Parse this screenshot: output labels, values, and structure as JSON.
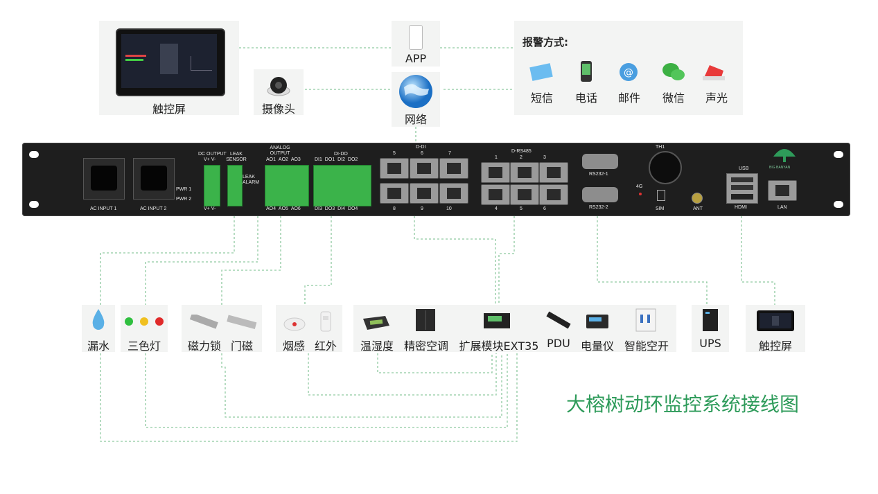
{
  "top": {
    "touchscreen": "触控屏",
    "camera": "摄像头",
    "app": "APP",
    "network": "网络",
    "alarm_title": "报警方式:",
    "alarm_methods": [
      "短信",
      "电话",
      "邮件",
      "微信",
      "声光"
    ]
  },
  "device": {
    "ac1": "AC INPUT 1",
    "ac2": "AC INPUT 2",
    "pwr1": "PWR 1",
    "pwr2": "PWR 2",
    "dc_output": "DC OUTPUT",
    "v_top": "V+  V-",
    "v_bottom": "V+  V-",
    "leak_sensor": "LEAK SENSOR",
    "leak_alarm": "LEAK ALARM",
    "analog_output": "ANALOG OUTPUT",
    "ao_top": [
      "AO1",
      "AO2",
      "AO3"
    ],
    "ao_bottom": [
      "AO4",
      "AO5",
      "AO6"
    ],
    "di_do": "DI-DO",
    "dido_top": [
      "DI1",
      "DO1",
      "DI2",
      "DO2"
    ],
    "dido_bottom": [
      "DI3",
      "DO3",
      "DI4",
      "DO4"
    ],
    "d_di": "D-DI",
    "ddi_top": [
      "5",
      "6",
      "7"
    ],
    "ddi_bottom": [
      "8",
      "9",
      "10"
    ],
    "d_rs485": "D-RS485",
    "rs485_top": [
      "1",
      "2",
      "3"
    ],
    "rs485_bottom": [
      "4",
      "5",
      "6"
    ],
    "rs232_1": "RS232-1",
    "rs232_2": "RS232-2",
    "th1": "TH1",
    "g4": "4G",
    "sim": "SIM",
    "ant": "ANT",
    "usb": "USB",
    "hdmi": "HDMI",
    "lan": "LAN",
    "brand": "BIG BANYAN"
  },
  "bottom": {
    "items": [
      "漏水",
      "三色灯",
      "磁力锁",
      "门磁",
      "烟感",
      "红外",
      "温湿度",
      "精密空调",
      "扩展模块EXT35",
      "PDU",
      "电量仪",
      "智能空开",
      "UPS",
      "触控屏"
    ]
  },
  "title": "大榕树动环监控系统接线图",
  "colors": {
    "accent": "#2e9b5a",
    "wire": "#8fc9a0",
    "panel": "#1b1b1b"
  }
}
